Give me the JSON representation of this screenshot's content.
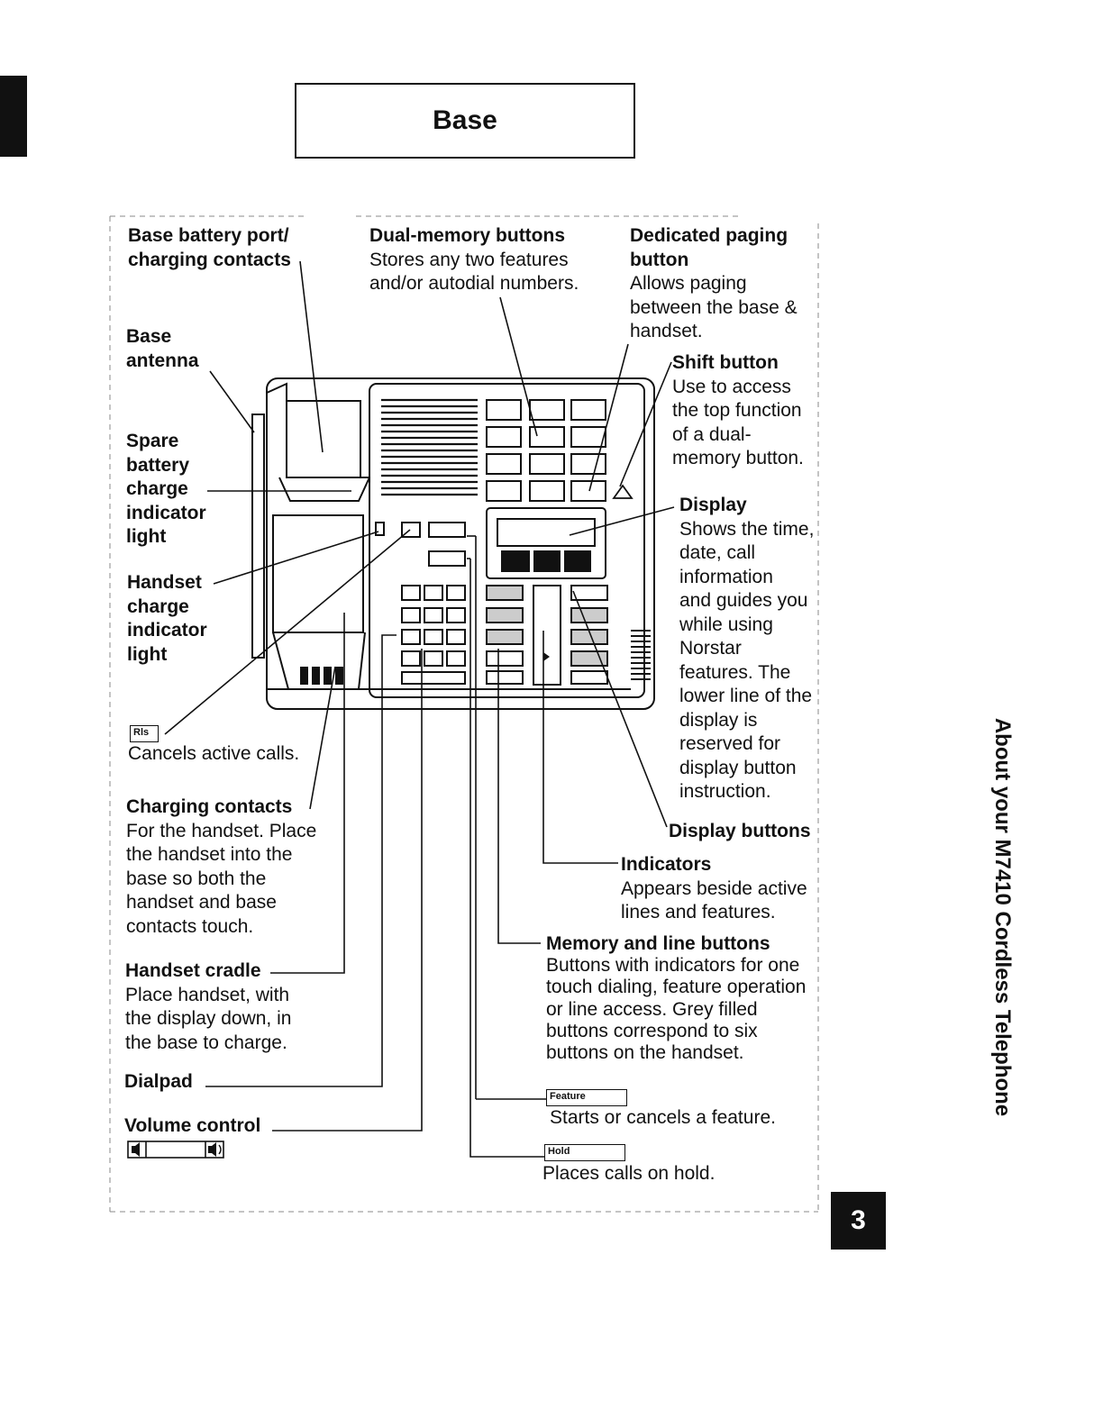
{
  "page": {
    "title": "Base",
    "side_title": "About your M7410 Cordless Telephone",
    "page_number": "3"
  },
  "labels": {
    "battery_port": {
      "title_line1": "Base battery port/",
      "title_line2": "charging contacts"
    },
    "dual_memory": {
      "title": "Dual-memory buttons",
      "desc_line1": "Stores any two features",
      "desc_line2": "and/or autodial numbers."
    },
    "paging": {
      "title_line1": "Dedicated paging",
      "title_line2": "button",
      "desc_line1": "Allows paging",
      "desc_line2": "between the base &",
      "desc_line3": "handset."
    },
    "antenna": {
      "line1": "Base",
      "line2": "antenna"
    },
    "shift": {
      "title": "Shift button",
      "desc_line1": "Use to access",
      "desc_line2": "the top function",
      "desc_line3": "of a dual-",
      "desc_line4": "memory button."
    },
    "spare_battery": {
      "line1": "Spare",
      "line2": "battery",
      "line3": "charge",
      "line4": "indicator",
      "line5": "light"
    },
    "display": {
      "title": "Display",
      "desc": [
        "Shows the time,",
        "date, call",
        "information",
        "and guides you",
        "while using",
        "Norstar",
        "features. The",
        "lower line of the",
        "display is",
        "reserved for",
        "display button",
        "instruction."
      ]
    },
    "handset_charge": {
      "line1": "Handset",
      "line2": "charge",
      "line3": "indicator",
      "line4": "light"
    },
    "release": {
      "key": "Rls",
      "desc": "Cancels active calls."
    },
    "charging_contacts": {
      "title": "Charging contacts",
      "desc": [
        "For the handset. Place",
        "the handset into the",
        "base so both the",
        "handset and base",
        "contacts touch."
      ]
    },
    "display_buttons": {
      "title": "Display buttons"
    },
    "indicators": {
      "title": "Indicators",
      "desc_line1": "Appears beside active",
      "desc_line2": "lines and features."
    },
    "memory_line": {
      "title": "Memory and line buttons",
      "desc": [
        "Buttons with indicators for one",
        "touch dialing, feature operation",
        "or line access. Grey filled",
        "buttons correspond to six",
        "buttons on the handset."
      ]
    },
    "cradle": {
      "title": "Handset cradle",
      "desc": [
        "Place handset, with",
        "the display down, in",
        "the base to charge."
      ]
    },
    "dialpad": {
      "title": "Dialpad"
    },
    "volume": {
      "title": "Volume control"
    },
    "feature": {
      "key": "Feature",
      "desc": "Starts or cancels a feature."
    },
    "hold": {
      "key": "Hold",
      "desc": "Places calls on hold."
    }
  },
  "icons": {
    "volume_down": "speaker-low-icon",
    "volume_up": "speaker-high-icon",
    "paging": "triangle-page-icon"
  }
}
